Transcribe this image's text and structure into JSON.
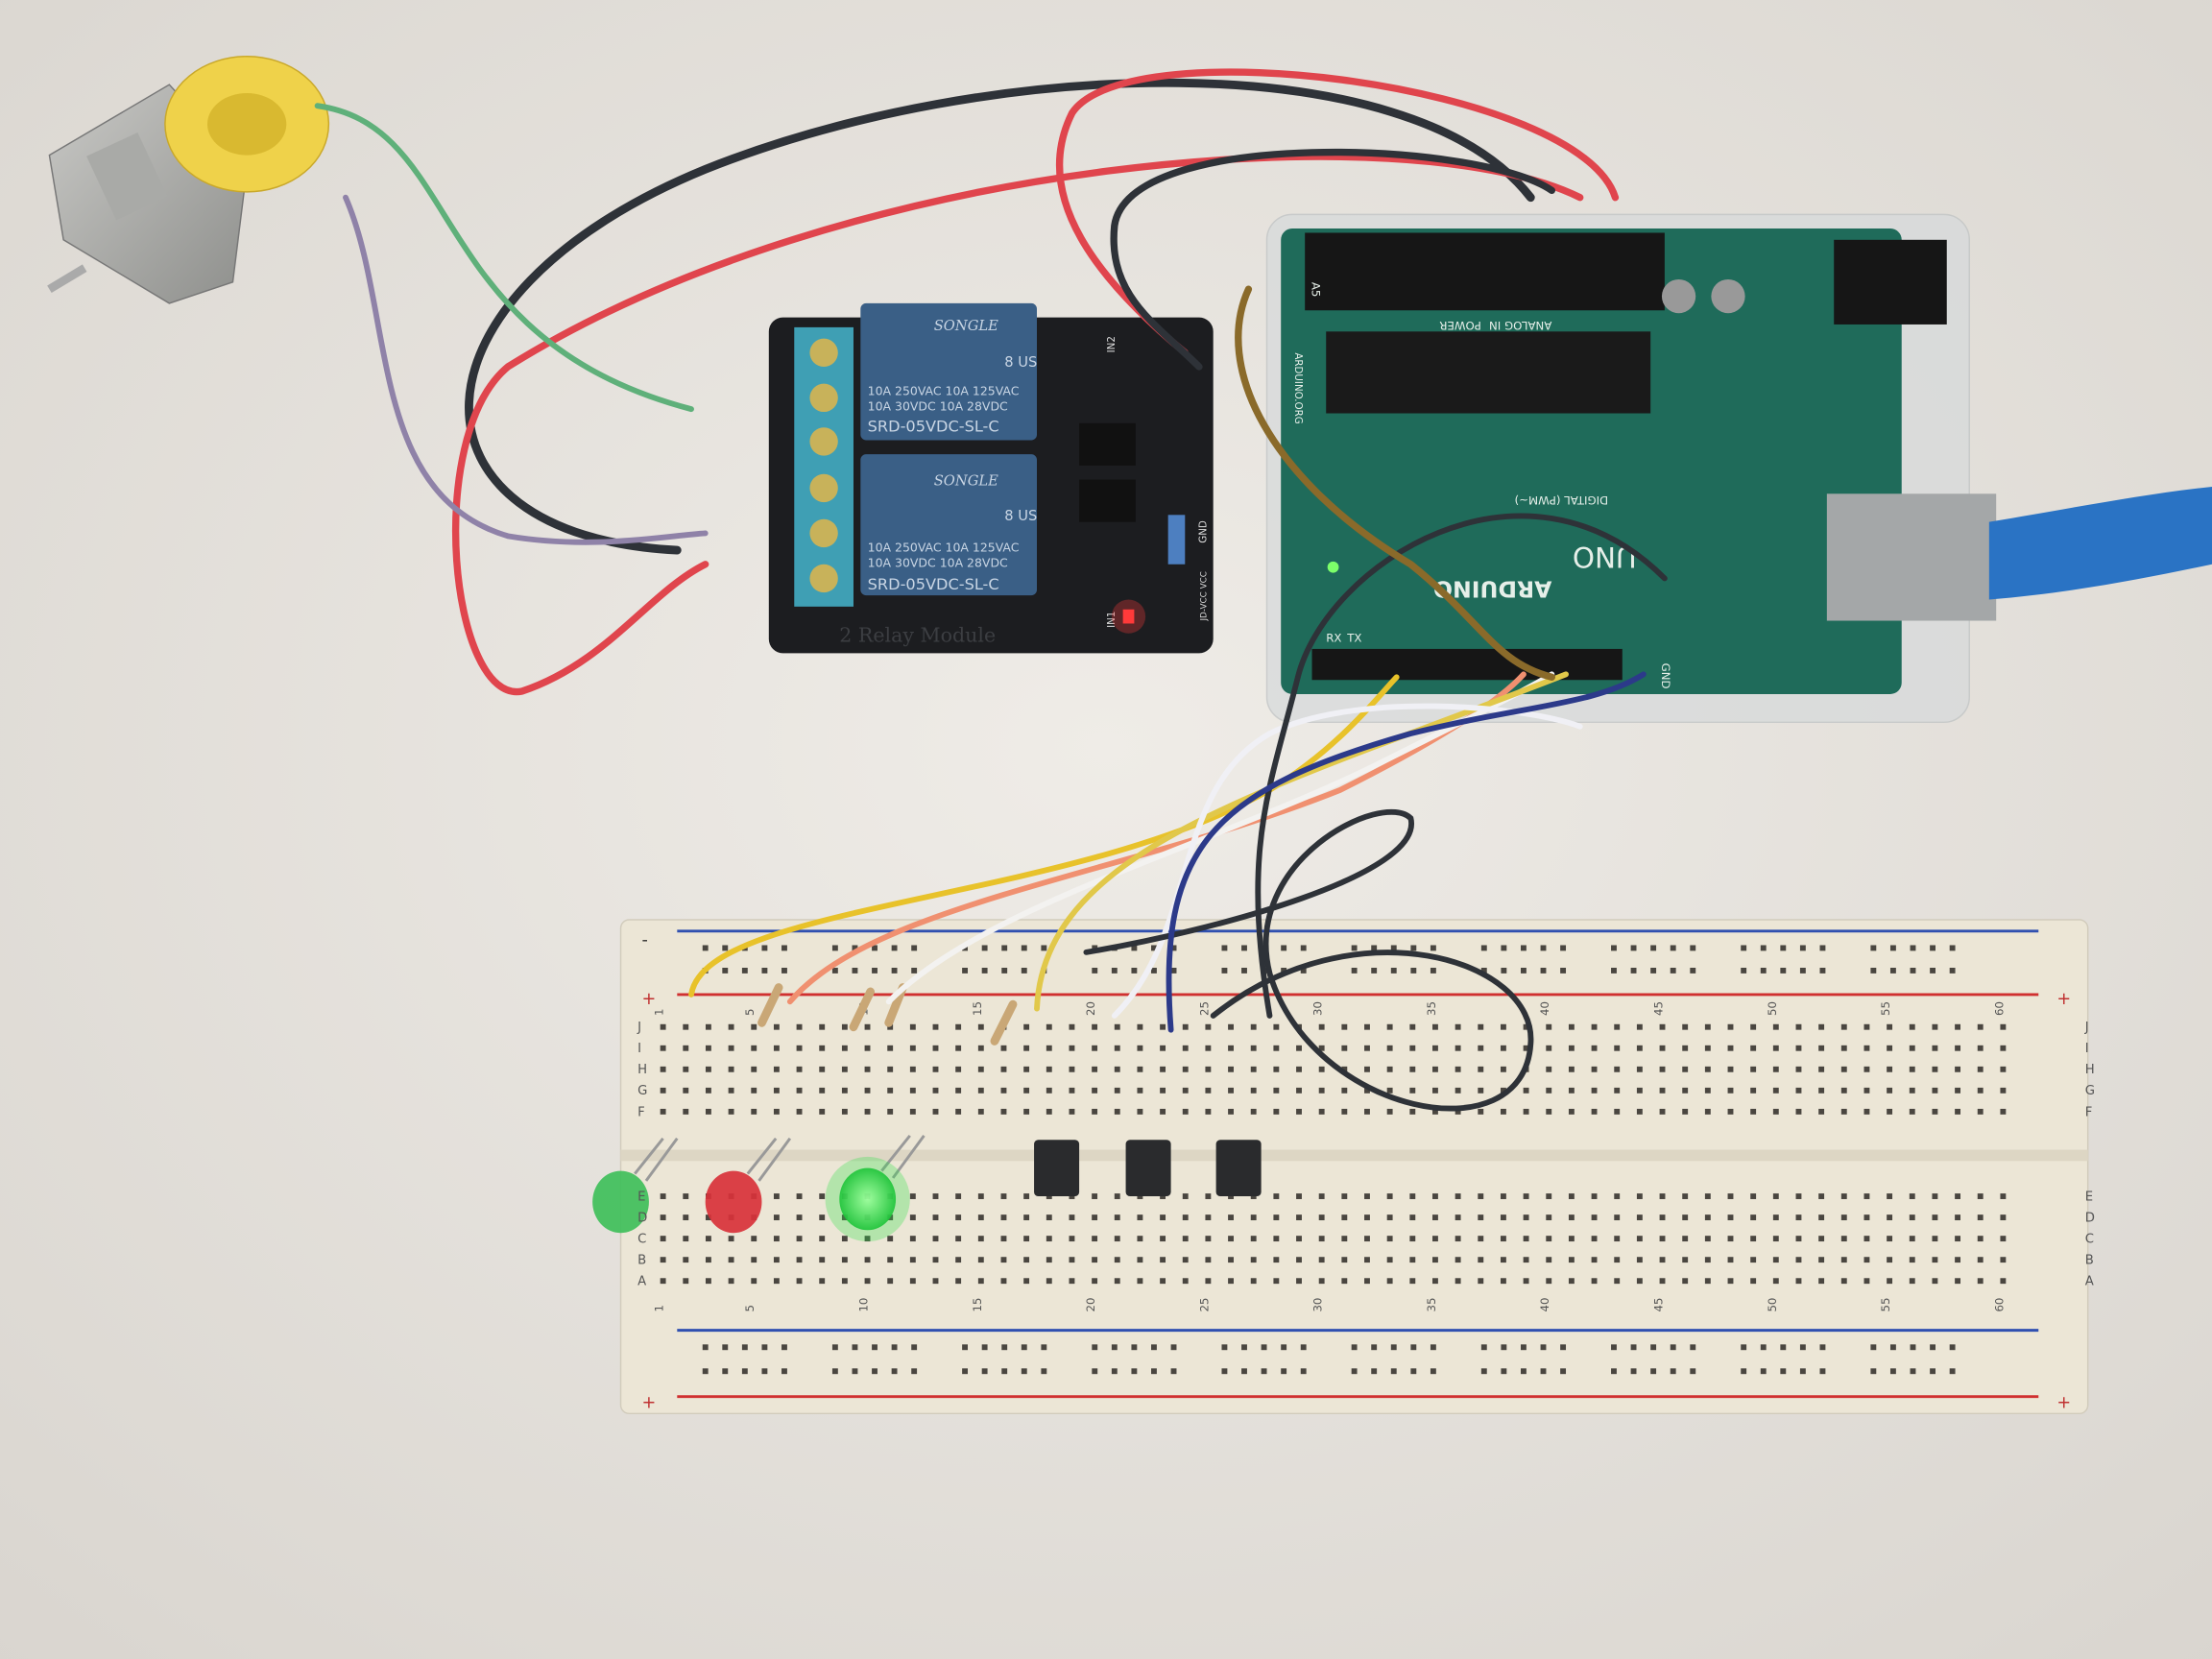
{
  "scene": {
    "description_tag": "",
    "colors": {
      "paper": "#e8e5e0",
      "board_green": "#1f6b5a",
      "relay_blue": "#3a5f86",
      "breadboard": "#ece6d6",
      "wire_red": "#e0454d",
      "wire_black": "#2e3238",
      "wire_yellow": "#e8c22a"
    }
  },
  "relay_module": {
    "relay1": {
      "brand": "SONGLE",
      "rating1": "10A 250VAC  10A 125VAC",
      "rating2": "10A 30VDC  10A 28VDC",
      "model": "SRD-05VDC-SL-C",
      "cert": "8 US"
    },
    "relay2": {
      "brand": "SONGLE",
      "rating1": "10A 250VAC  10A 125VAC",
      "rating2": "10A 30VDC  10A 28VDC",
      "model": "SRD-05VDC-SL-C",
      "cert": "8 US"
    },
    "board_label": "2 Relay Module",
    "in1": "IN1",
    "in2": "IN2",
    "gnd": "GND",
    "vcc": "JD-VCC VCC",
    "led_on": true
  },
  "arduino": {
    "brand": "ARDUINO",
    "model": "UNO",
    "digital": "DIGITAL (PWM~)",
    "power": "POWER",
    "analog": "ANALOG IN",
    "gnd": "GND",
    "tx": "TX",
    "rx": "RX",
    "a5": "A5",
    "ioref": "ARDUINO.ORG"
  },
  "breadboard": {
    "columns": [
      "1",
      "5",
      "10",
      "15",
      "20",
      "25",
      "30",
      "35",
      "40",
      "45",
      "50",
      "55",
      "60"
    ],
    "rows_top": [
      "J",
      "I",
      "H",
      "G",
      "F"
    ],
    "rows_bottom": [
      "E",
      "D",
      "C",
      "B",
      "A"
    ],
    "plus": "+",
    "minus": "-"
  },
  "leds": [
    {
      "color": "#3fbf5a",
      "lit": false
    },
    {
      "color": "#d8323a",
      "lit": false
    },
    {
      "color": "#30e04a",
      "lit": true
    }
  ],
  "buttons_count_note": ""
}
